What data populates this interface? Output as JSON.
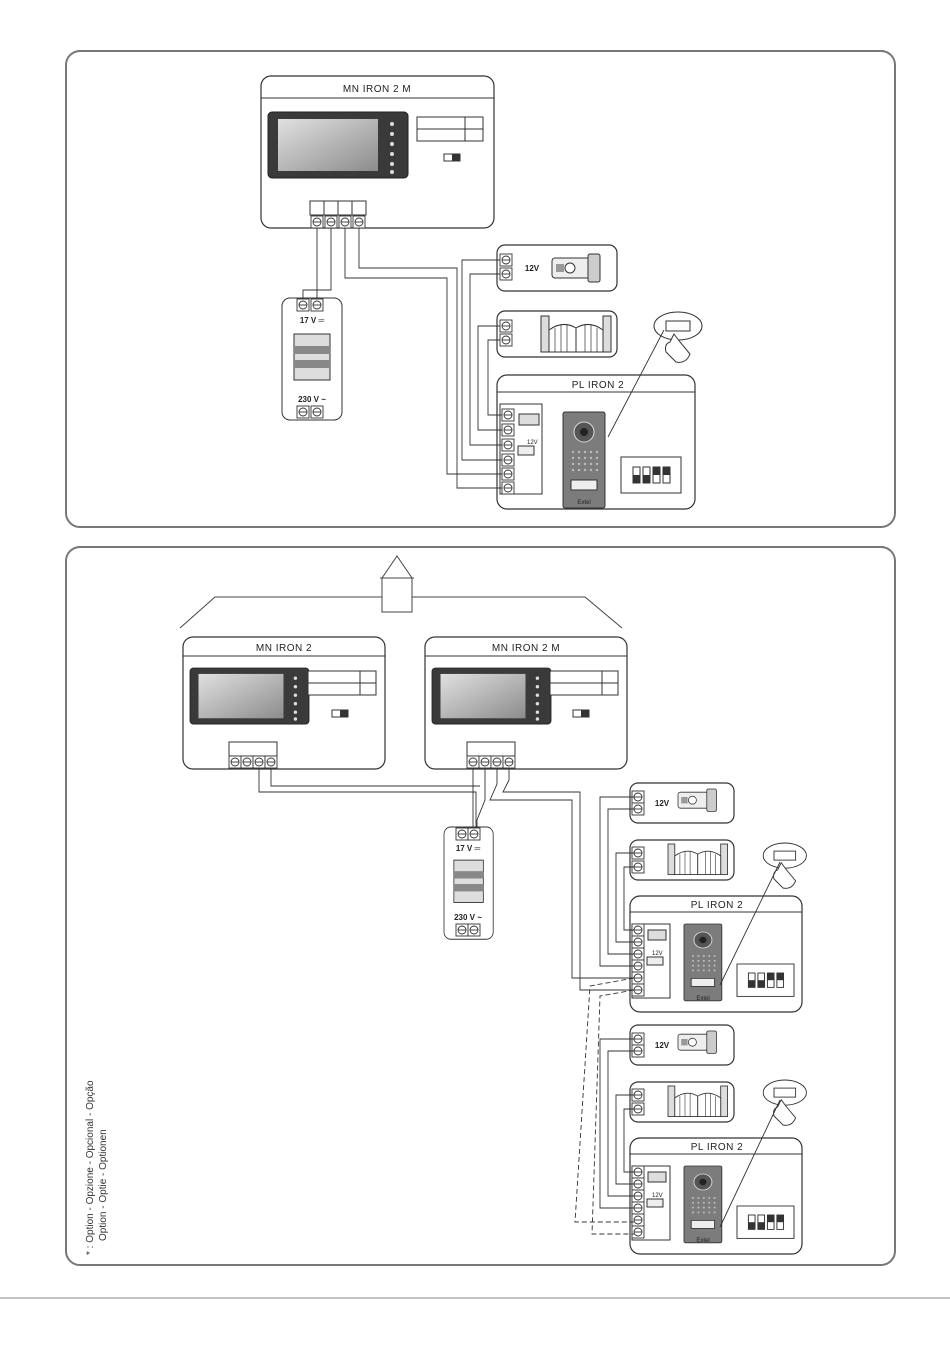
{
  "diagram1": {
    "monitor_label": "MN IRON 2 M",
    "psu_out": "17 V ═",
    "psu_in": "230 V ~",
    "lock_label": "12V",
    "panel_label": "PL IRON 2",
    "panel_lock_label": "12V",
    "panel_brand": "Extel"
  },
  "diagram2": {
    "monitor_a_label": "MN IRON 2",
    "monitor_b_label": "MN IRON 2 M",
    "psu_out": "17 V ═",
    "psu_in": "230 V ~",
    "lock1_label": "12V",
    "panel1_label": "PL IRON 2",
    "panel1_lock_label": "12V",
    "lock2_label": "12V",
    "panel2_label": "PL IRON 2",
    "panel2_lock_label": "12V",
    "panel_brand": "Extel"
  },
  "footnote": {
    "line1": "* : Option - Opzione - Opcional - Opção",
    "line2": "Option - Optie - Optionen"
  }
}
